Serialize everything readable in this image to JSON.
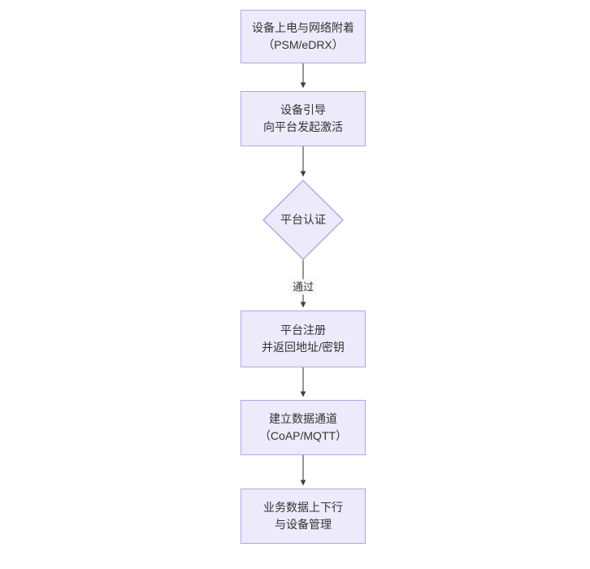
{
  "diagram": {
    "type": "flowchart",
    "orientation": "top-to-bottom",
    "background_color": "#FFFFFF",
    "node_fill_color": "#ECEAFB",
    "node_border_color": "#B6A3E6",
    "text_color": "#333333",
    "edge_color": "#3F3F46",
    "nodes": [
      {
        "id": "n1",
        "shape": "rectangle",
        "lines": [
          "设备上电与网络附着",
          "（PSM/eDRX）"
        ]
      },
      {
        "id": "n2",
        "shape": "rectangle",
        "lines": [
          "设备引导",
          "向平台发起激活"
        ]
      },
      {
        "id": "n3",
        "shape": "diamond",
        "lines": [
          "平台认证"
        ]
      },
      {
        "id": "n4",
        "shape": "rectangle",
        "lines": [
          "平台注册",
          "并返回地址/密钥"
        ]
      },
      {
        "id": "n5",
        "shape": "rectangle",
        "lines": [
          "建立数据通道",
          "（CoAP/MQTT）"
        ]
      },
      {
        "id": "n6",
        "shape": "rectangle",
        "lines": [
          "业务数据上下行",
          "与设备管理"
        ]
      }
    ],
    "edges": [
      {
        "id": "e1",
        "from": "n1",
        "to": "n2",
        "label": ""
      },
      {
        "id": "e2",
        "from": "n2",
        "to": "n3",
        "label": ""
      },
      {
        "id": "e3",
        "from": "n3",
        "to": "n4",
        "label": "通过"
      },
      {
        "id": "e4",
        "from": "n4",
        "to": "n5",
        "label": ""
      },
      {
        "id": "e5",
        "from": "n5",
        "to": "n6",
        "label": ""
      }
    ]
  }
}
